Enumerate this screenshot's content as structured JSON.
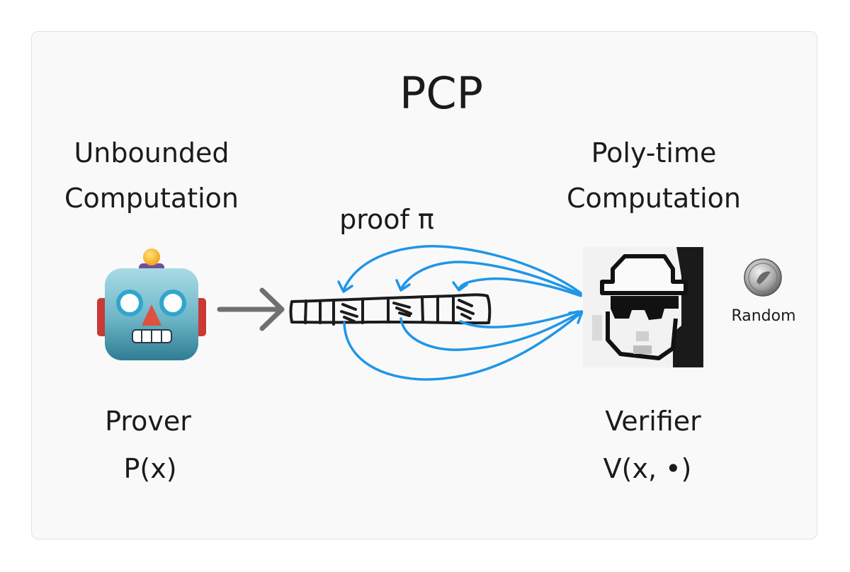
{
  "diagram": {
    "title": "PCP",
    "prover": {
      "caption_line1": "Unbounded",
      "caption_line2": "Computation",
      "name": "Prover",
      "notation": "P(x)"
    },
    "proof_label": "proof  π",
    "verifier": {
      "caption_line1": "Poly-time",
      "caption_line2": "Computation",
      "name": "Verifier",
      "notation": "V(x, •)"
    },
    "random_label": "Random",
    "colors": {
      "query_arrows": "#1f96e8",
      "send_arrow": "#707070",
      "ink": "#1b1b1b",
      "card_bg": "#f9f9f9"
    },
    "icons": [
      "robot-icon",
      "arrow-right-icon",
      "proof-tape",
      "spy-icon",
      "coin-icon"
    ]
  }
}
